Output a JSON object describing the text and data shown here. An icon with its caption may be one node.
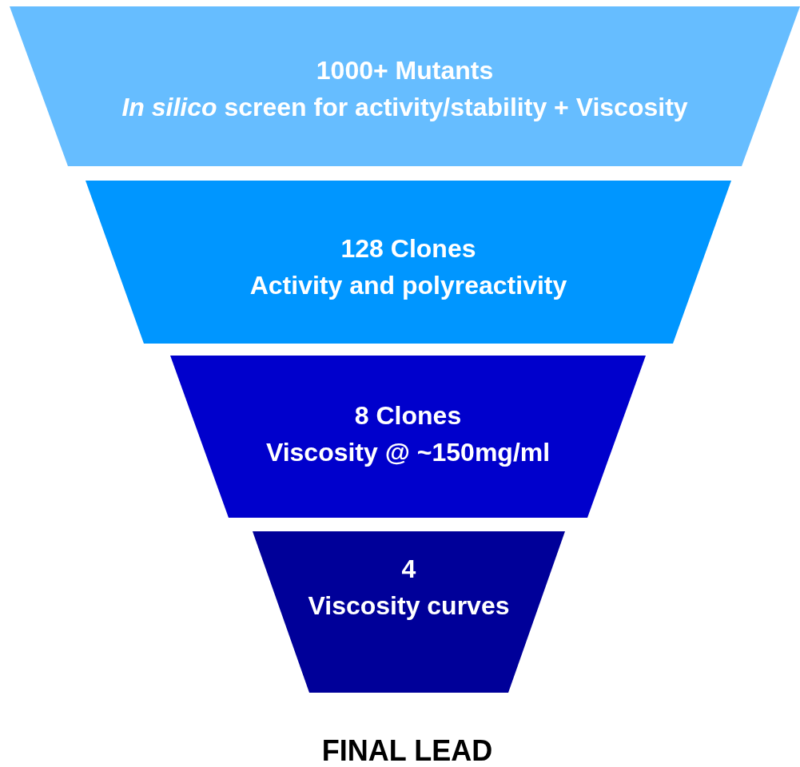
{
  "diagram": {
    "nodes": [
      {
        "text": [
          "1000+ Mutants",
          "*In silico* screen for activity/stability + Viscosity"
        ]
      },
      {
        "text": [
          "128 Clones",
          "Activity and polyreactivity"
        ]
      },
      {
        "text": [
          "8 Clones",
          "Viscosity @ ~150mg/ml"
        ]
      },
      {
        "text": [
          "4",
          "Viscosity curves"
        ]
      }
    ],
    "edges": [],
    "labels": [
      "FINAL LEAD"
    ]
  }
}
